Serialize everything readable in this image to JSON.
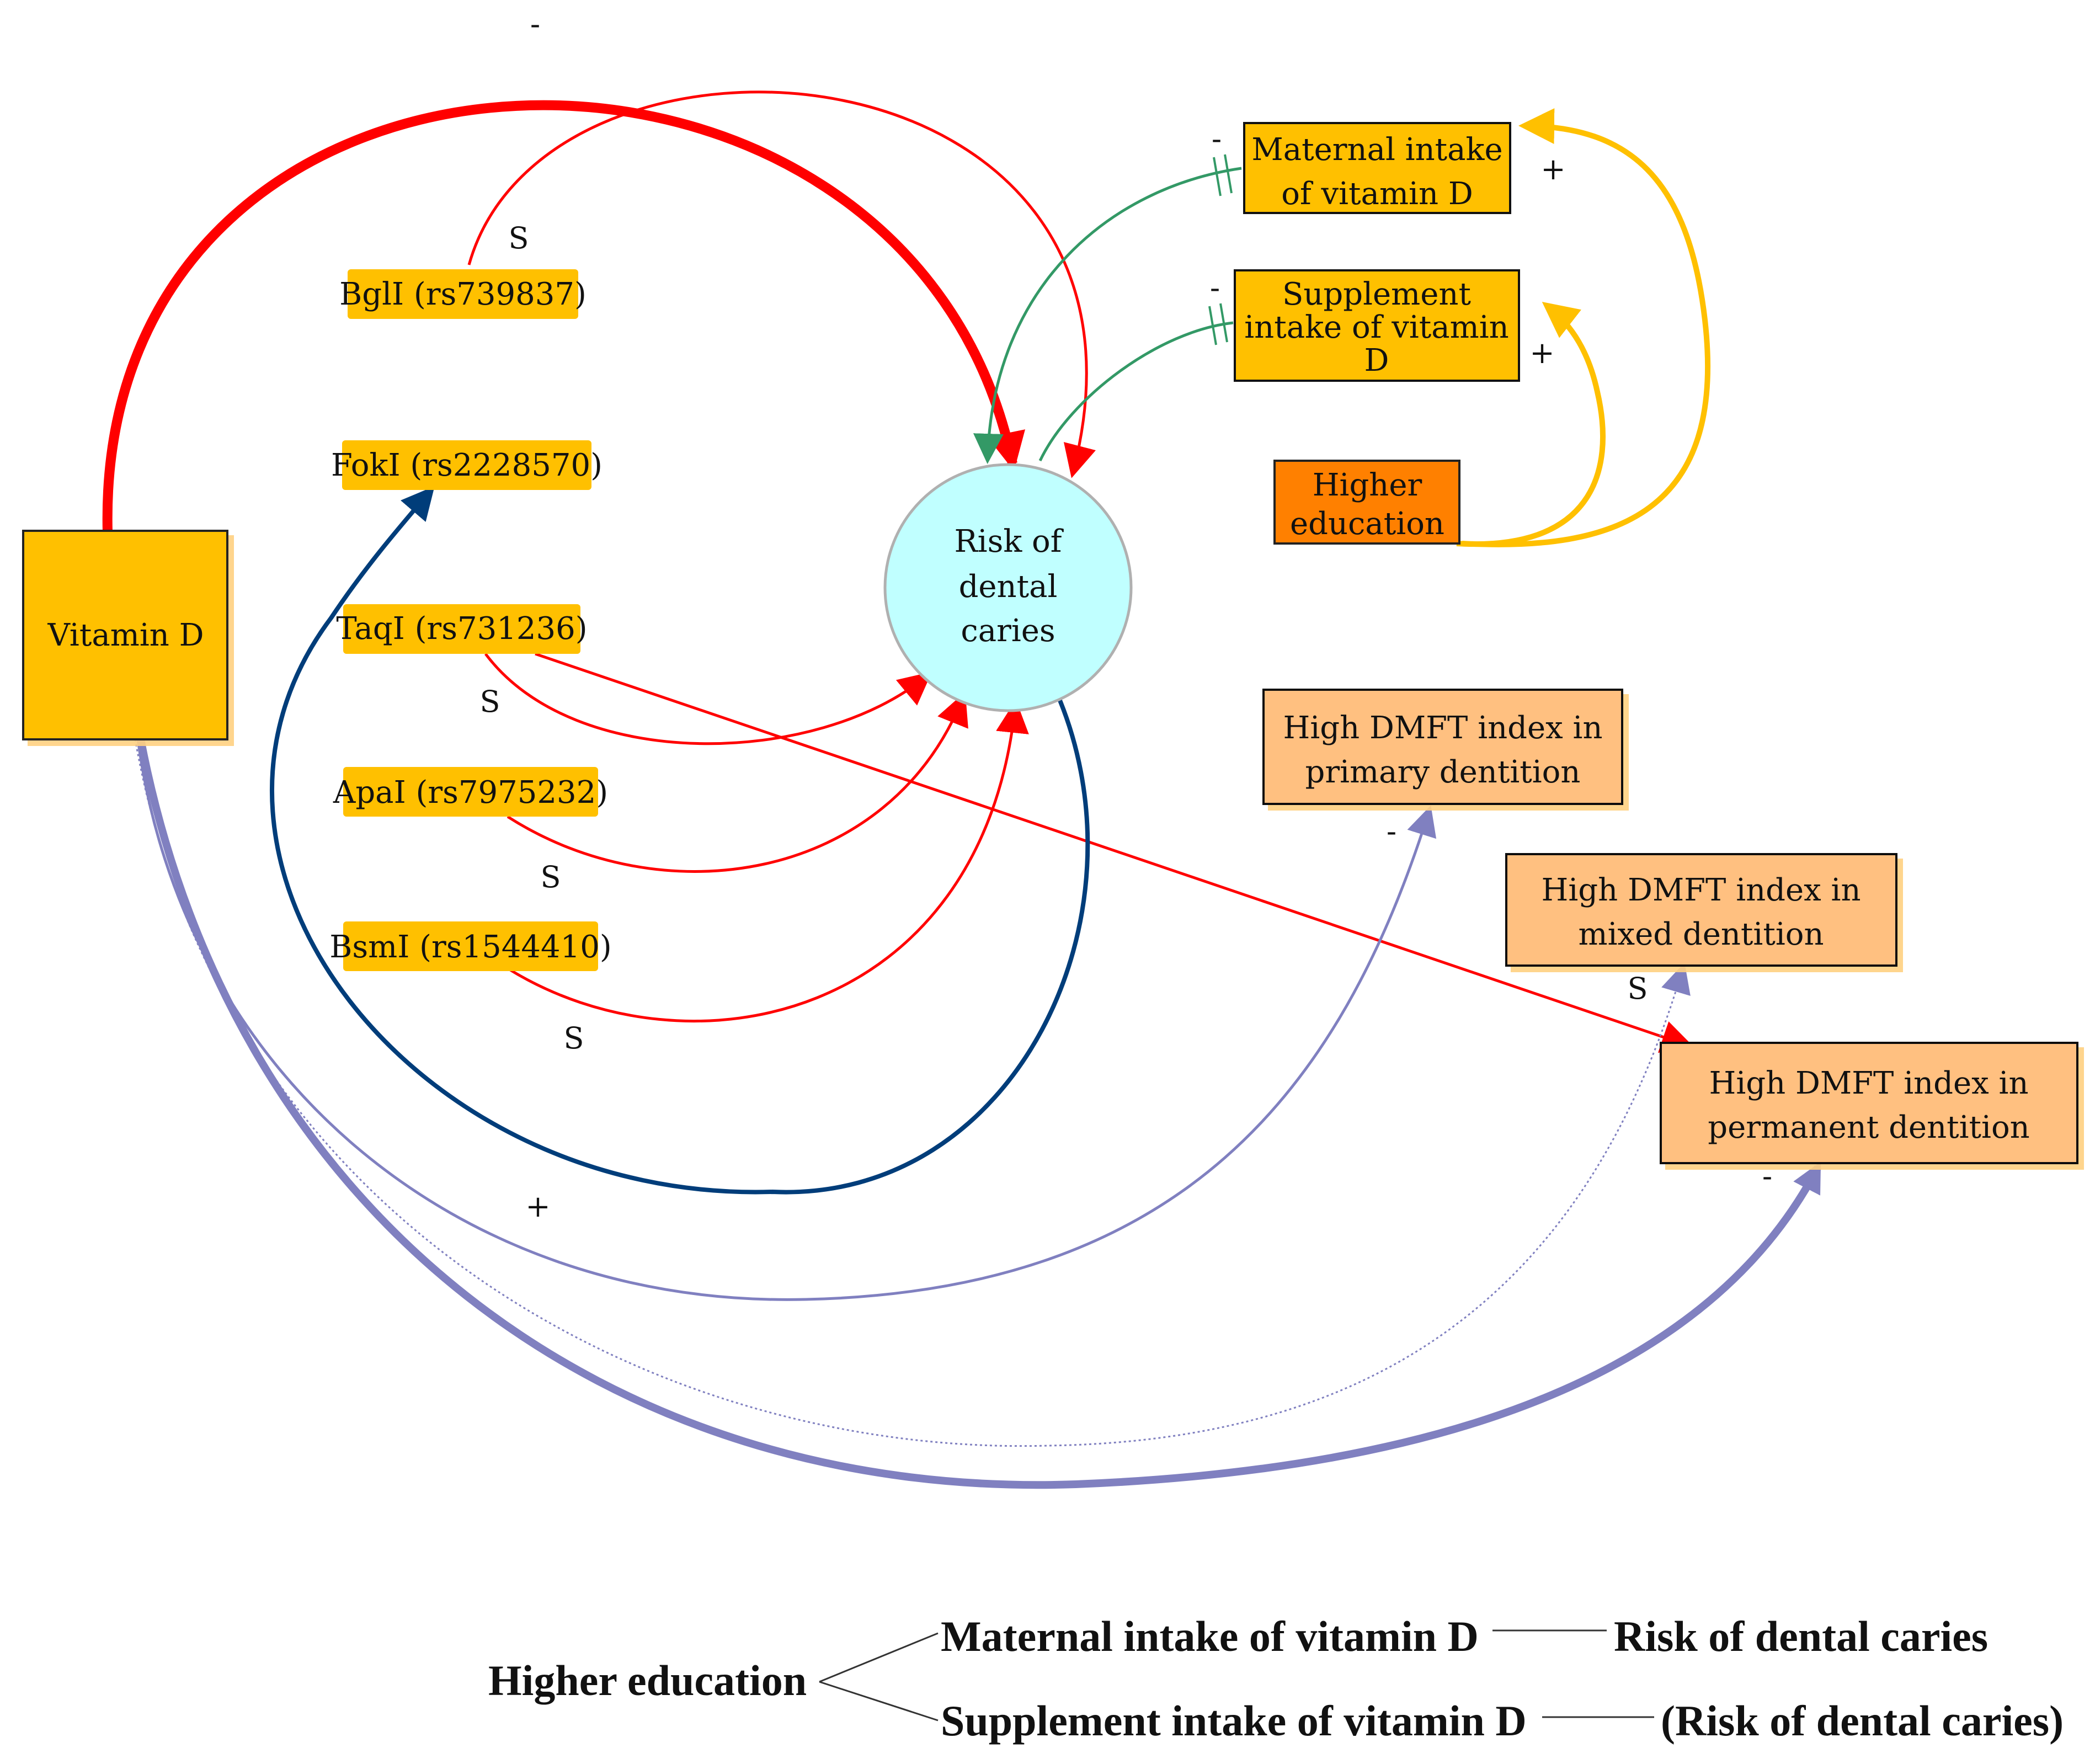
{
  "colors": {
    "gold": "#FFC000",
    "orange": "#FF8000",
    "peach": "#FFC080",
    "cyan": "#C0FFFF",
    "red": "#FF0000",
    "navy": "#003D7A",
    "green": "#339966",
    "lavender": "#8080C0",
    "yellow_link": "#FFC000"
  },
  "nodes": {
    "vitamin_d": "Vitamin D",
    "bgli": "BglI (rs739837)",
    "foki": "FokI (rs2228570)",
    "taqi": "TaqI (rs731236)",
    "apai": "ApaI (rs7975232)",
    "bsmi": "BsmI (rs1544410)",
    "risk_line1": "Risk of",
    "risk_line2": "dental",
    "risk_line3": "caries",
    "maternal_line1": "Maternal intake",
    "maternal_line2": "of vitamin D",
    "supplement_line1": "Supplement",
    "supplement_line2": "intake of vitamin",
    "supplement_line3": "D",
    "education_line1": "Higher",
    "education_line2": "education",
    "dmft_primary_line1": "High DMFT index in",
    "dmft_primary_line2": "primary dentition",
    "dmft_mixed_line1": "High DMFT index in",
    "dmft_mixed_line2": "mixed dentition",
    "dmft_perm_line1": "High DMFT index in",
    "dmft_perm_line2": "permanent dentition"
  },
  "edge_labels": {
    "vitd_risk": "-",
    "bgli_risk": "S",
    "taqi_risk": "S",
    "apai_risk": "S",
    "bsmi_risk": "S",
    "taqi_perm": "S",
    "maternal_risk": "-",
    "supplement_risk": "-",
    "edu_maternal": "+",
    "edu_supplement": "+",
    "vitd_primary_plus": "+",
    "primary_minus": "-",
    "perm_minus": "-"
  },
  "summary": {
    "root": "Higher education",
    "branch1_left": "Maternal intake of vitamin D",
    "branch1_right": "Risk of dental caries",
    "branch2_left": "Supplement intake of vitamin D",
    "branch2_right": "(Risk of dental caries)"
  }
}
